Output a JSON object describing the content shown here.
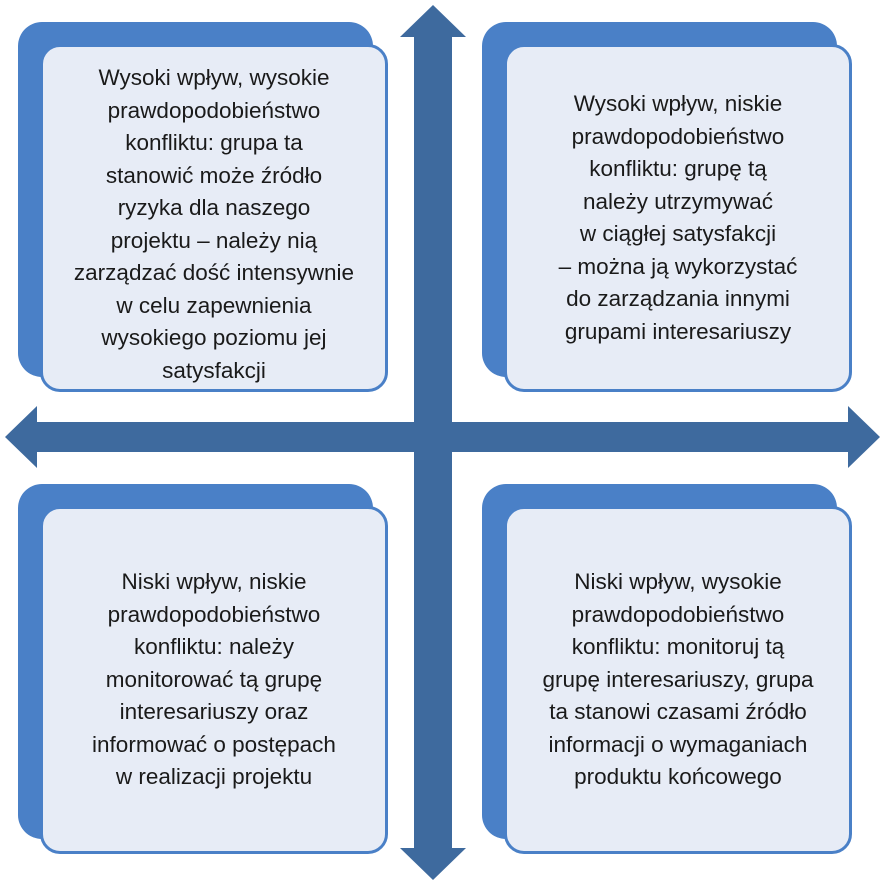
{
  "colors": {
    "arrow": "#3e6a9e",
    "box_back": "#4a80c7",
    "box_front": "#e7ecf6",
    "box_border": "#4a80c7",
    "text": "#1a1a1a"
  },
  "quadrants": {
    "top_left": {
      "text": "Wysoki wpływ, wysokie\nprawdopodobieństwo\nkonfliktu: grupa ta\nstanowić może źródło\nryzyka dla naszego\nprojektu – należy nią\nzarządzać dość intensywnie\nw celu zapewnienia\nwysokiego poziomu jej\nsatysfakcji"
    },
    "top_right": {
      "text": "Wysoki wpływ, niskie\nprawdopodobieństwo\nkonfliktu: grupę tą\nnależy utrzymywać\nw ciągłej satysfakcji\n– można ją wykorzystać\ndo zarządzania innymi\ngrupami interesariuszy"
    },
    "bottom_left": {
      "text": "Niski wpływ, niskie\nprawdopodobieństwo\nkonfliktu: należy\nmonitorować tą grupę\ninteresariuszy oraz\ninformować o postępach\nw realizacji projektu"
    },
    "bottom_right": {
      "text": "Niski wpływ, wysokie\nprawdopodobieństwo\nkonfliktu: monitoruj tą\ngrupę interesariuszy, grupa\nta stanowi czasami źródło\ninformacji o wymaganiach\nproduktu końcowego"
    }
  }
}
